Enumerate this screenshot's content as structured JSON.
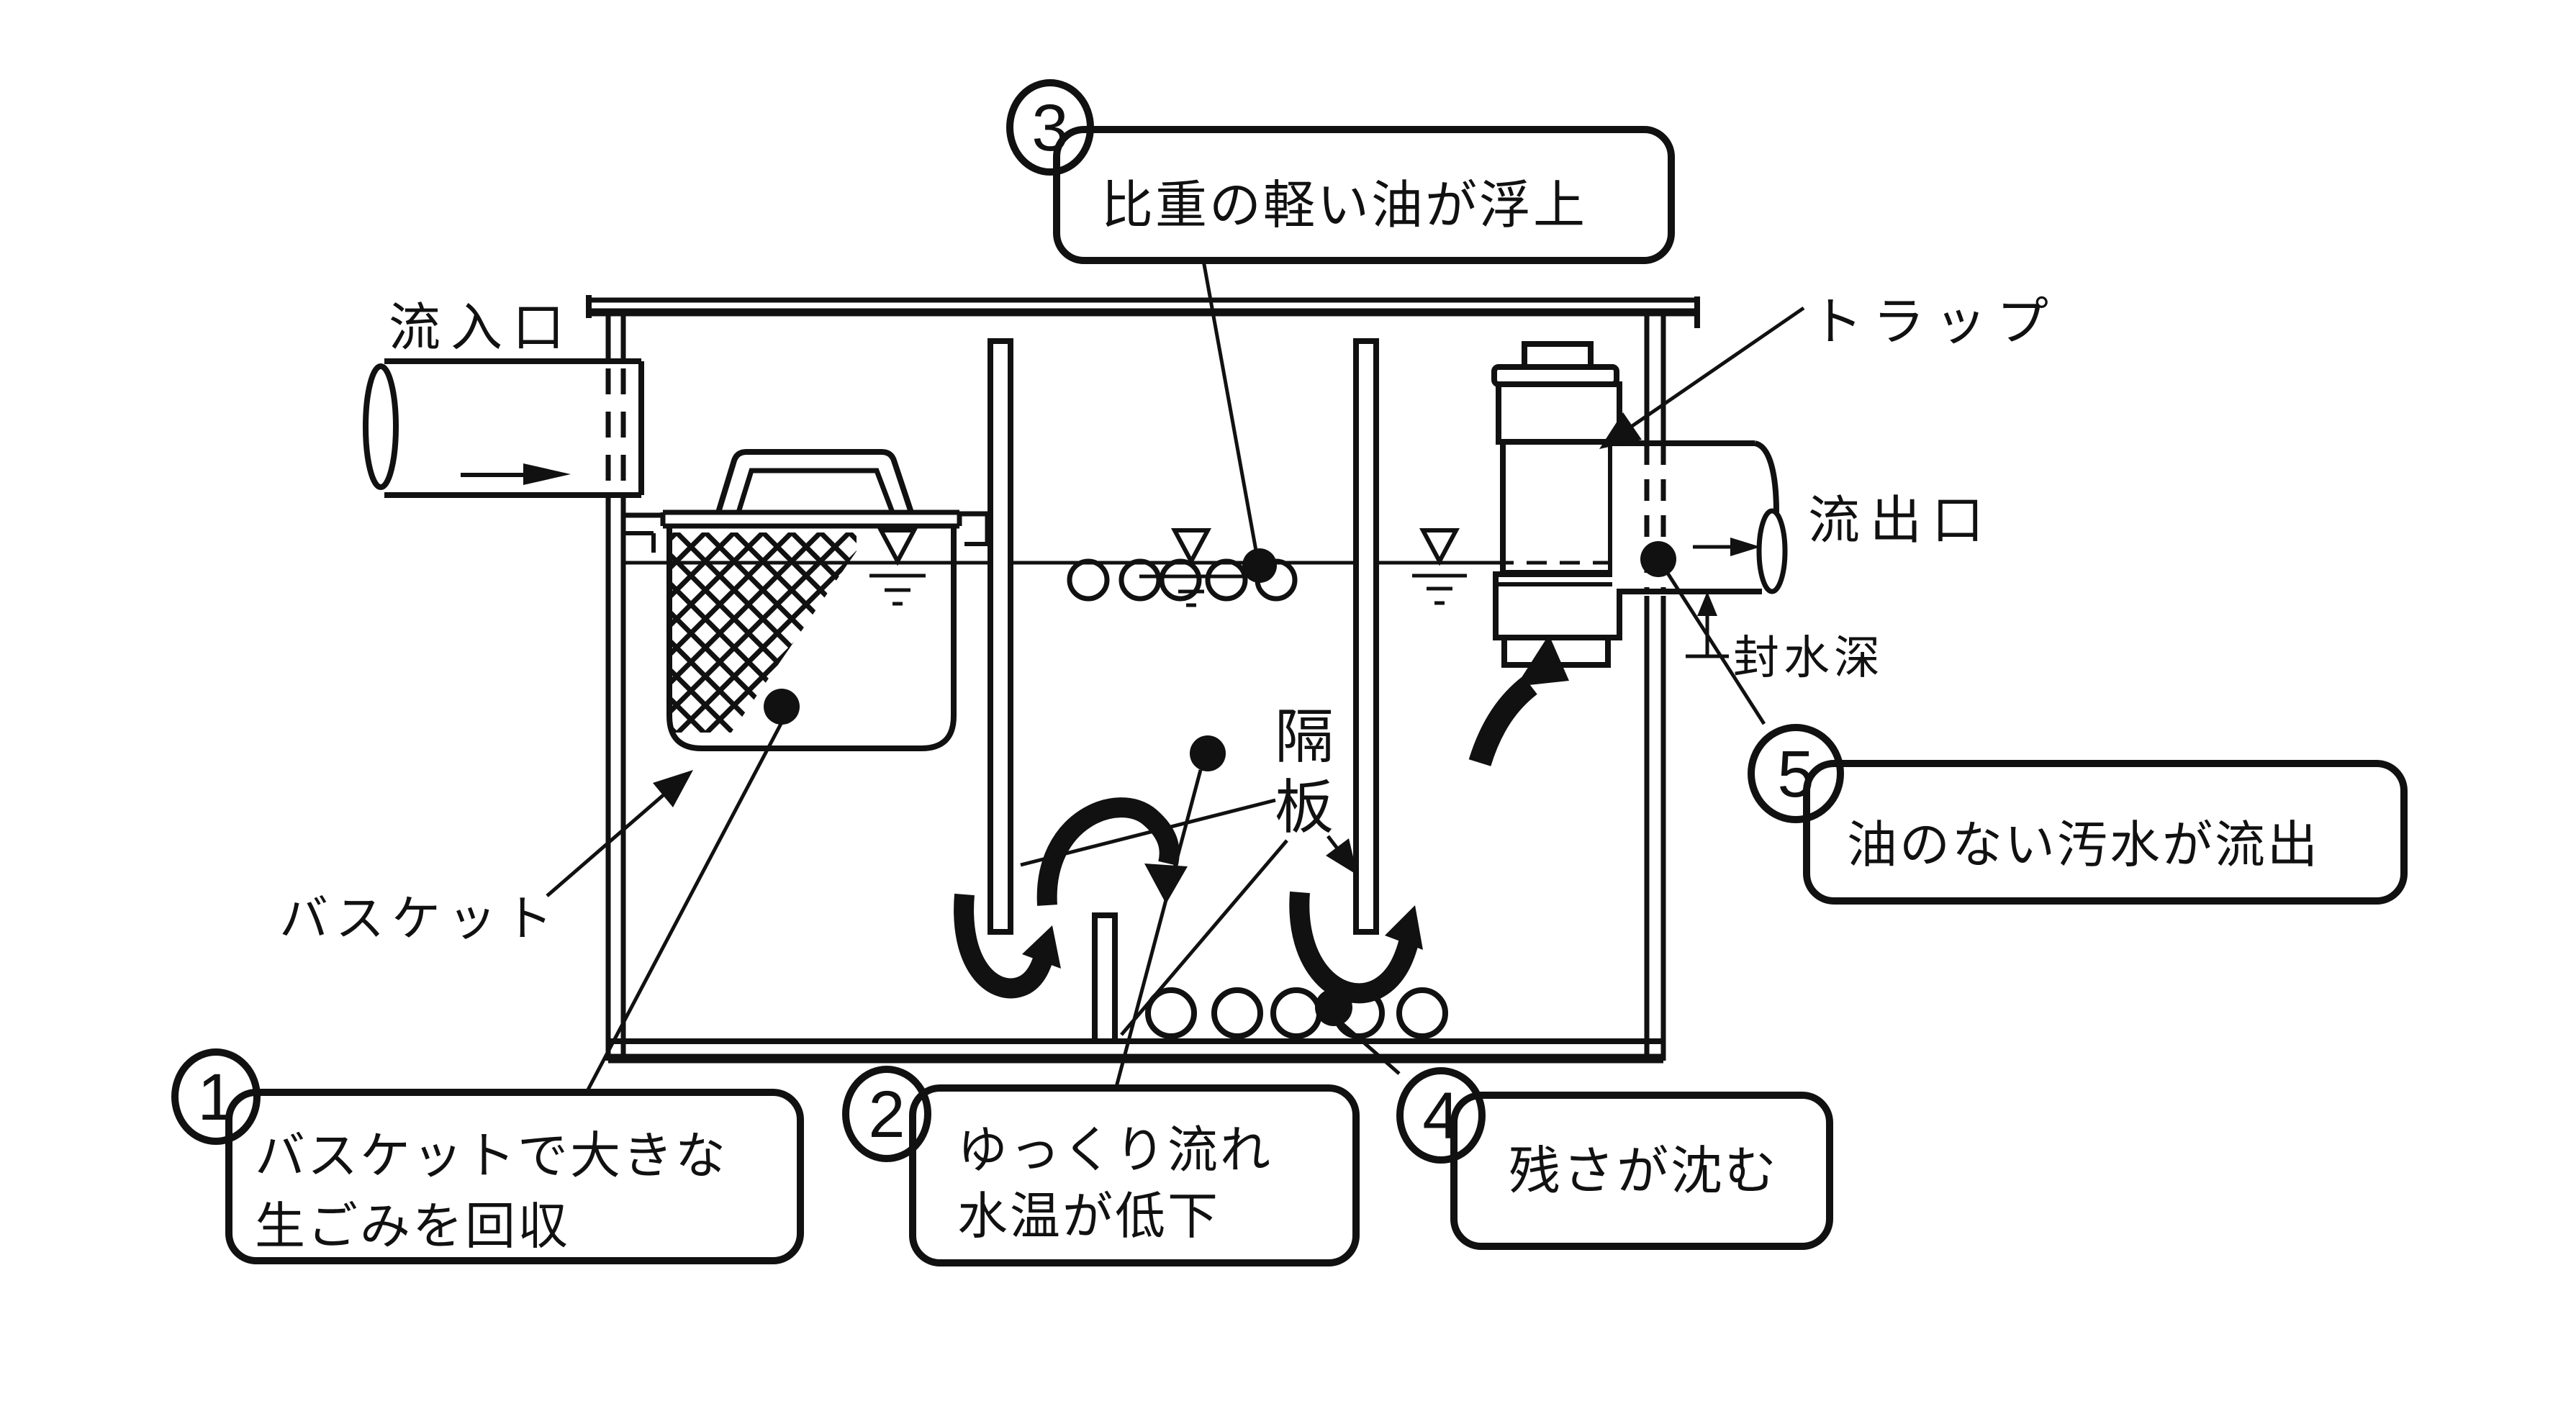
{
  "labels": {
    "inlet": "流入口",
    "outlet": "流出口",
    "trap": "トラップ",
    "seal_depth": "封水深",
    "basket": "バスケット",
    "baffle_char1": "隔",
    "baffle_char2": "板"
  },
  "callouts": [
    {
      "number": "1",
      "lines": [
        "バスケットで大きな",
        "生ごみを回収"
      ]
    },
    {
      "number": "2",
      "lines": [
        "ゆっくり流れ",
        "水温が低下"
      ]
    },
    {
      "number": "3",
      "lines": [
        "比重の軽い油が浮上"
      ]
    },
    {
      "number": "4",
      "lines": [
        "残さが沈む"
      ]
    },
    {
      "number": "5",
      "lines": [
        "油のない汚水が流出"
      ]
    }
  ],
  "colors": {
    "ink": "#111111",
    "background": "#ffffff"
  }
}
